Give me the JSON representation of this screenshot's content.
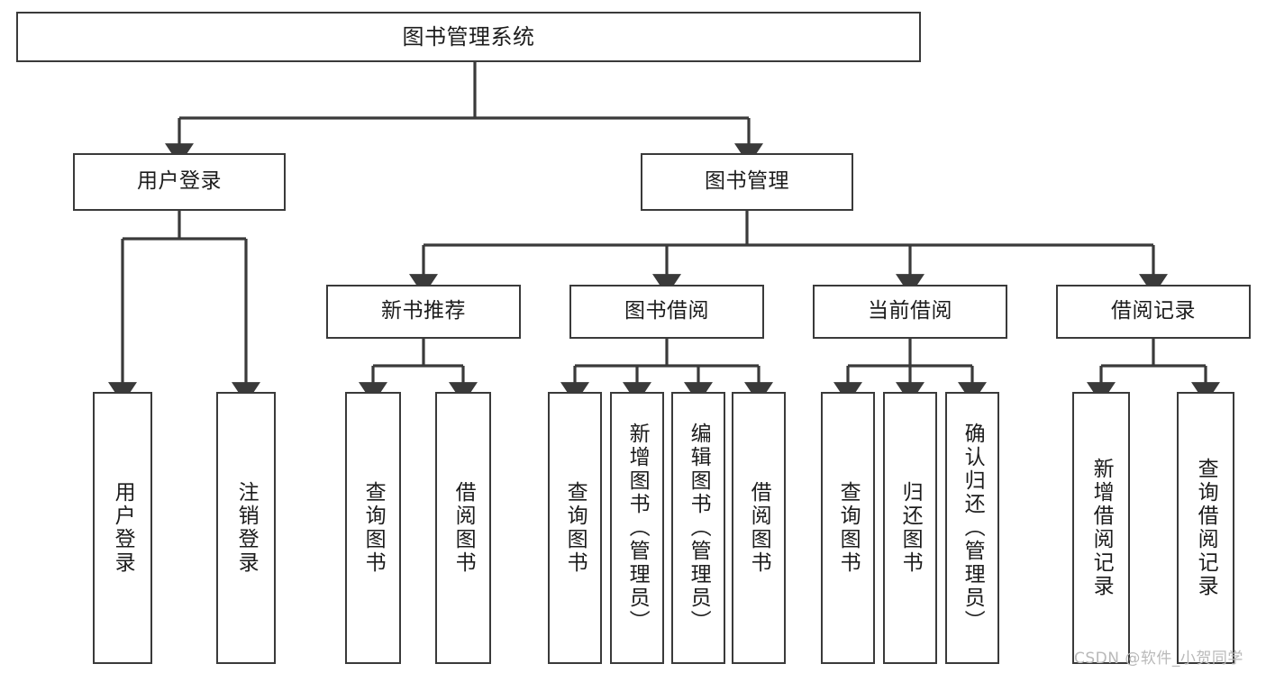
{
  "diagram": {
    "title": "图书管理系统",
    "watermark": "CSDN @软件_小贺同学",
    "colors": {
      "box_border": "#3a3a3a",
      "line": "#3a3a3a",
      "text": "#1c1c1c",
      "background": "#ffffff",
      "watermark": "#b9b9b9"
    },
    "nodes": {
      "root": {
        "label": "图书管理系统"
      },
      "level2": [
        {
          "id": "user-login",
          "label": "用户登录"
        },
        {
          "id": "book-manage",
          "label": "图书管理"
        }
      ],
      "level3": [
        {
          "id": "new-book-recommend",
          "label": "新书推荐"
        },
        {
          "id": "book-borrow",
          "label": "图书借阅"
        },
        {
          "id": "current-borrow",
          "label": "当前借阅"
        },
        {
          "id": "borrow-record",
          "label": "借阅记录"
        }
      ],
      "leaves": [
        {
          "id": "leaf-user-login",
          "label": "用户登录",
          "parent": "user-login"
        },
        {
          "id": "leaf-user-logout",
          "label": "注销登录",
          "parent": "user-login"
        },
        {
          "id": "leaf-query-book-1",
          "label": "查询图书",
          "parent": "new-book-recommend"
        },
        {
          "id": "leaf-borrow-book-1",
          "label": "借阅图书",
          "parent": "new-book-recommend"
        },
        {
          "id": "leaf-query-book-2",
          "label": "查询图书",
          "parent": "book-borrow"
        },
        {
          "id": "leaf-add-book",
          "label": "新增图书（管理员）",
          "parent": "book-borrow"
        },
        {
          "id": "leaf-edit-book",
          "label": "编辑图书（管理员）",
          "parent": "book-borrow"
        },
        {
          "id": "leaf-borrow-book-2",
          "label": "借阅图书",
          "parent": "book-borrow"
        },
        {
          "id": "leaf-query-book-3",
          "label": "查询图书",
          "parent": "current-borrow"
        },
        {
          "id": "leaf-return-book",
          "label": "归还图书",
          "parent": "current-borrow"
        },
        {
          "id": "leaf-confirm-return",
          "label": "确认归还（管理员）",
          "parent": "current-borrow"
        },
        {
          "id": "leaf-add-record",
          "label": "新增借阅记录",
          "parent": "borrow-record"
        },
        {
          "id": "leaf-query-record",
          "label": "查询借阅记录",
          "parent": "borrow-record"
        }
      ]
    }
  }
}
